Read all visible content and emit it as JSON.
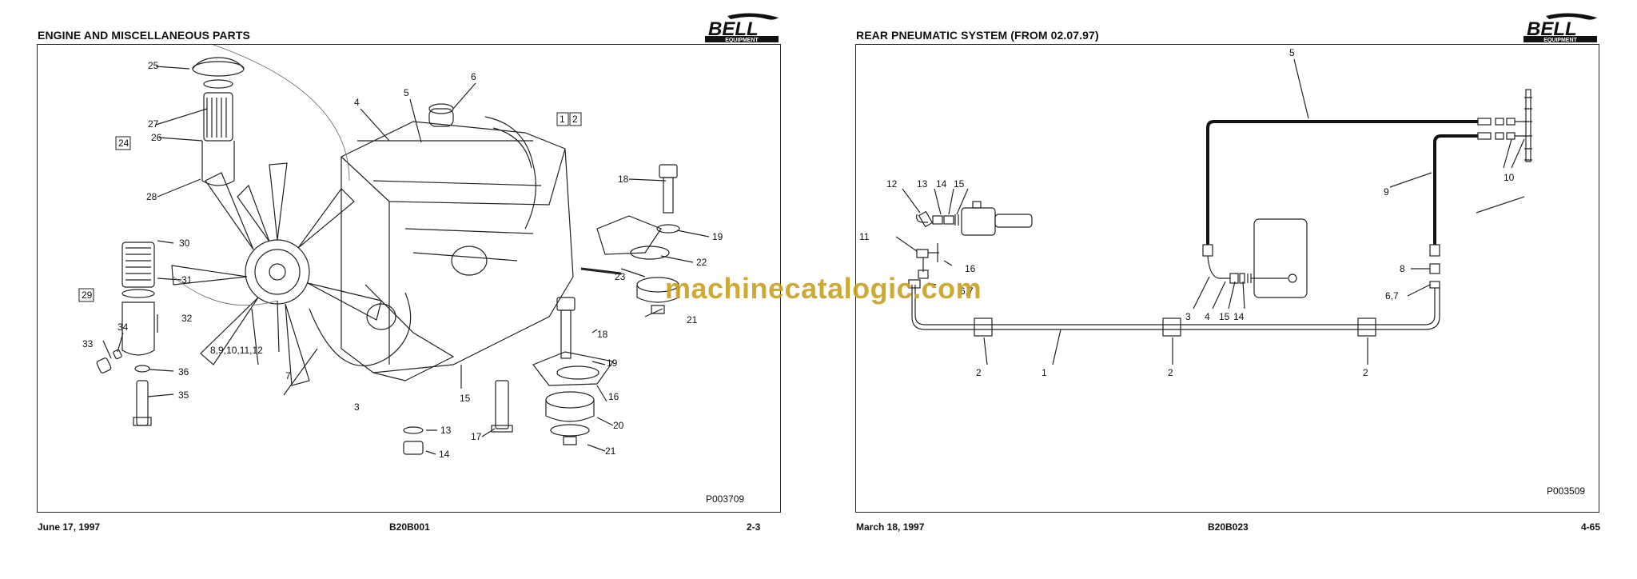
{
  "left": {
    "title": "ENGINE AND MISCELLANEOUS PARTS",
    "brand": "BELL",
    "brand_sub": "EQUIPMENT",
    "footer_date": "June 17, 1997",
    "footer_code": "B20B001",
    "footer_page": "2-3",
    "drawing_code": "P003709",
    "callouts": [
      "25",
      "27",
      "26",
      "24",
      "28",
      "30",
      "31",
      "29",
      "32",
      "34",
      "33",
      "36",
      "35",
      "8,9,10,11,12",
      "7",
      "3",
      "4",
      "5",
      "6",
      "1",
      "2",
      "18",
      "19",
      "22",
      "23",
      "21",
      "18",
      "19",
      "16",
      "20",
      "21",
      "15",
      "13",
      "14",
      "17"
    ]
  },
  "right": {
    "title": "REAR PNEUMATIC SYSTEM (FROM 02.07.97)",
    "brand": "BELL",
    "brand_sub": "EQUIPMENT",
    "footer_date": "March 18, 1997",
    "footer_code": "B20B023",
    "footer_page": "4-65",
    "drawing_code": "P003509",
    "callouts": [
      "5",
      "12",
      "13",
      "14",
      "15",
      "11",
      "16",
      "6,7",
      "10",
      "9",
      "8",
      "6,7",
      "3",
      "4",
      "15",
      "14",
      "2",
      "1",
      "2",
      "2"
    ]
  },
  "watermark": "machinecatalogic.com"
}
